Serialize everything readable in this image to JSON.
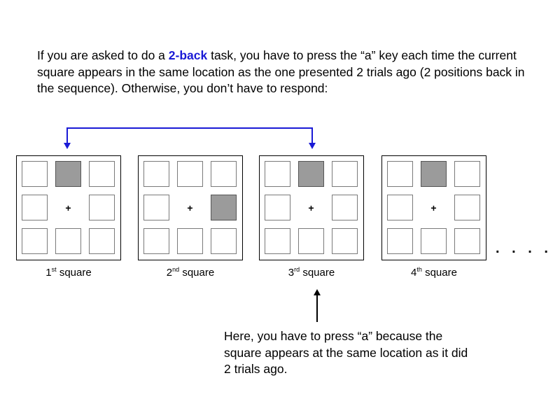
{
  "intro": {
    "before": "If you are asked to do a ",
    "highlight": "2-back",
    "after": " task, you have to press the “a” key each time the current square appears in the same location as the one presented 2 trials ago (2 positions back in the sequence). Otherwise, you don’t have to respond:"
  },
  "colors": {
    "highlight": "#1a1ad6",
    "link_line": "#1a1ad6",
    "filled_cell": "#9b9b9b"
  },
  "panels": [
    {
      "label_num": "1",
      "label_sup": "st",
      "label_rest": " square",
      "filled": "top-center",
      "fixation": "+"
    },
    {
      "label_num": "2",
      "label_sup": "nd",
      "label_rest": " square",
      "filled": "middle-right",
      "fixation": "+"
    },
    {
      "label_num": "3",
      "label_sup": "rd",
      "label_rest": " square",
      "filled": "top-center",
      "fixation": "+"
    },
    {
      "label_num": "4",
      "label_sup": "th",
      "label_rest": " square",
      "filled": "top-center",
      "fixation": "+"
    }
  ],
  "continuation": ". . . .",
  "note": "Here, you have to press “a” because the square appears at the same location as it did 2 trials ago."
}
